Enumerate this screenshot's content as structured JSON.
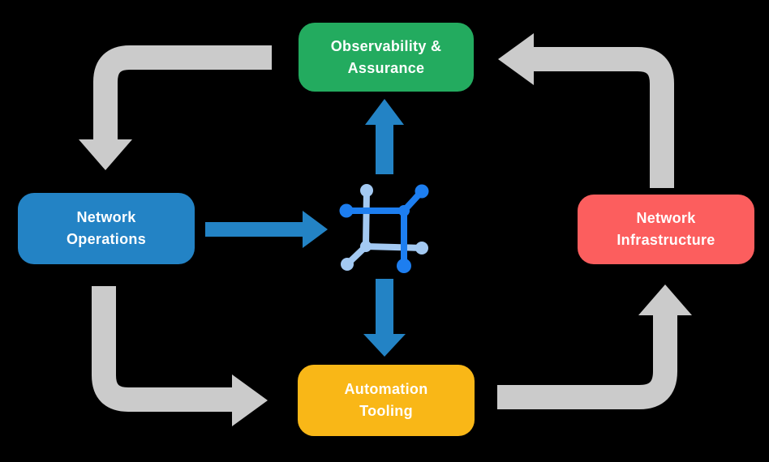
{
  "diagram": {
    "name": "network-automation-lifecycle",
    "nodes": [
      {
        "id": "observability-assurance",
        "label_line1": "Observability &",
        "label_line2": "Assurance",
        "color": "#23ab5f"
      },
      {
        "id": "network-operations",
        "label_line1": "Network",
        "label_line2": "Operations",
        "color": "#2383c5"
      },
      {
        "id": "network-infrastructure",
        "label_line1": "Network",
        "label_line2": "Infrastructure",
        "color": "#fc5e5e"
      },
      {
        "id": "automation-tooling",
        "label_line1": "Automation",
        "label_line2": "Tooling",
        "color": "#f9b717"
      }
    ],
    "center_icon": "network-fabric-icon",
    "colors": {
      "background": "#000000",
      "cycle_arrow_gray": "#cbcbcb",
      "data_arrow_blue": "#2383c5",
      "icon_dark_blue": "#1d7ef0",
      "icon_light_blue": "#a3c9f2",
      "node_text": "#ffffff"
    },
    "flows": [
      {
        "from": "observability-assurance",
        "to": "network-operations",
        "style": "gray-cycle"
      },
      {
        "from": "network-operations",
        "to": "automation-tooling",
        "style": "gray-cycle"
      },
      {
        "from": "automation-tooling",
        "to": "network-infrastructure",
        "style": "gray-cycle"
      },
      {
        "from": "network-infrastructure",
        "to": "observability-assurance",
        "style": "gray-cycle"
      },
      {
        "from": "network-operations",
        "to": "center-icon",
        "style": "blue-data"
      },
      {
        "from": "center-icon",
        "to": "observability-assurance",
        "style": "blue-data"
      },
      {
        "from": "center-icon",
        "to": "automation-tooling",
        "style": "blue-data"
      }
    ]
  }
}
